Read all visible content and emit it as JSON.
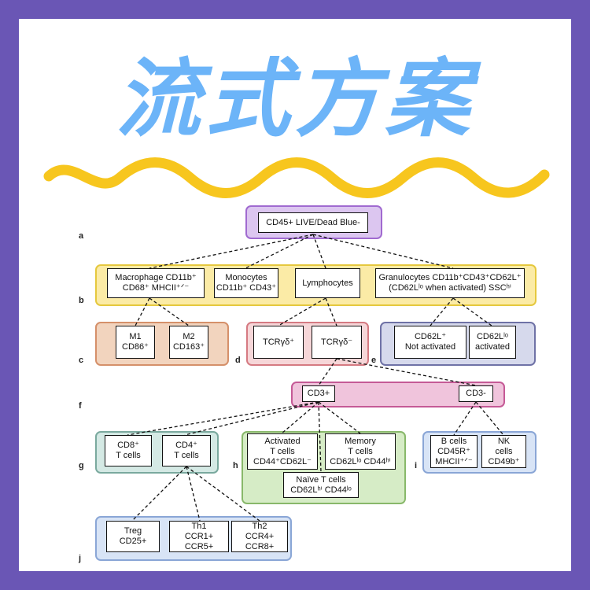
{
  "title": "流式方案",
  "colors": {
    "frame": "#6a56b5",
    "title": "#6cb4f8",
    "wave": "#f7c61e"
  },
  "row_labels": {
    "a": "a",
    "b": "b",
    "c": "c",
    "d": "d",
    "e": "e",
    "f": "f",
    "g": "g",
    "h": "h",
    "i": "i",
    "j": "j"
  },
  "nodes": {
    "live": "CD45+ LIVE/Dead Blue-",
    "macrophage": "Macrophage CD11b⁺\nCD68⁺ MHCII⁺ᐟ⁻",
    "monocytes": "Monocytes\nCD11b⁺ CD43⁺",
    "lymphocytes": "Lymphocytes",
    "granulocytes": "Granulocytes CD11b⁺CD43⁺CD62L⁺\n(CD62Lˡᵒ when activated)  SSCʰⁱ",
    "m1": "M1\nCD86⁺",
    "m2": "M2\nCD163⁺",
    "tcrgd_pos": "TCRγδ⁺",
    "tcrgd_neg": "TCRγδ⁻",
    "cd62l_pos": "CD62L⁺\nNot activated",
    "cd62l_lo": "CD62Lˡᵒ\nactivated",
    "cd3_pos": "CD3+",
    "cd3_neg": "CD3-",
    "cd8": "CD8⁺\nT cells",
    "cd4": "CD4⁺\nT cells",
    "activated": "Activated\nT cells\nCD44⁺CD62L⁻",
    "memory": "Memory\nT cells\nCD62Lˡᵒ CD44ʰⁱ",
    "naive": "Naïve T cells\nCD62Lʰⁱ CD44ˡᵒ",
    "bcells": "B cells\nCD45R⁺\nMHCII⁺ᐟ⁻",
    "nkcells": "NK\ncells\nCD49b⁺",
    "treg": "Treg\nCD25+",
    "th1": "Th1\nCCR1+\nCCR5+",
    "th2": "Th2\nCCR4+\nCCR8+"
  }
}
